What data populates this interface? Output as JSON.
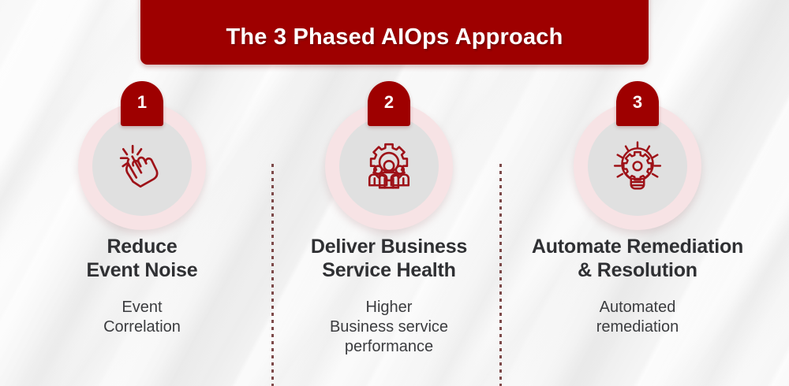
{
  "title": {
    "text": "The 3 Phased AIOps Approach",
    "banner_color": "#9e0000",
    "text_color": "#ffffff"
  },
  "theme": {
    "accent": "#9e0000",
    "icon_stroke": "#9e1218",
    "ring_color": "#f7e3e5",
    "inner_circle_color": "#e0e0e0",
    "heading_color": "#2f3033",
    "subtext_color": "#3b3c3f",
    "divider_color": "#7d4a4a",
    "background": "#f4f4f4"
  },
  "phases": [
    {
      "number": "1",
      "icon": "click-hand-icon",
      "heading": "Reduce\nEvent Noise",
      "subtext": "Event\nCorrelation"
    },
    {
      "number": "2",
      "icon": "gear-team-icon",
      "heading": "Deliver Business\nService Health",
      "subtext": "Higher\nBusiness service\nperformance"
    },
    {
      "number": "3",
      "icon": "lightbulb-gear-icon",
      "heading": "Automate Remediation\n& Resolution",
      "subtext": "Automated\nremediation"
    }
  ]
}
